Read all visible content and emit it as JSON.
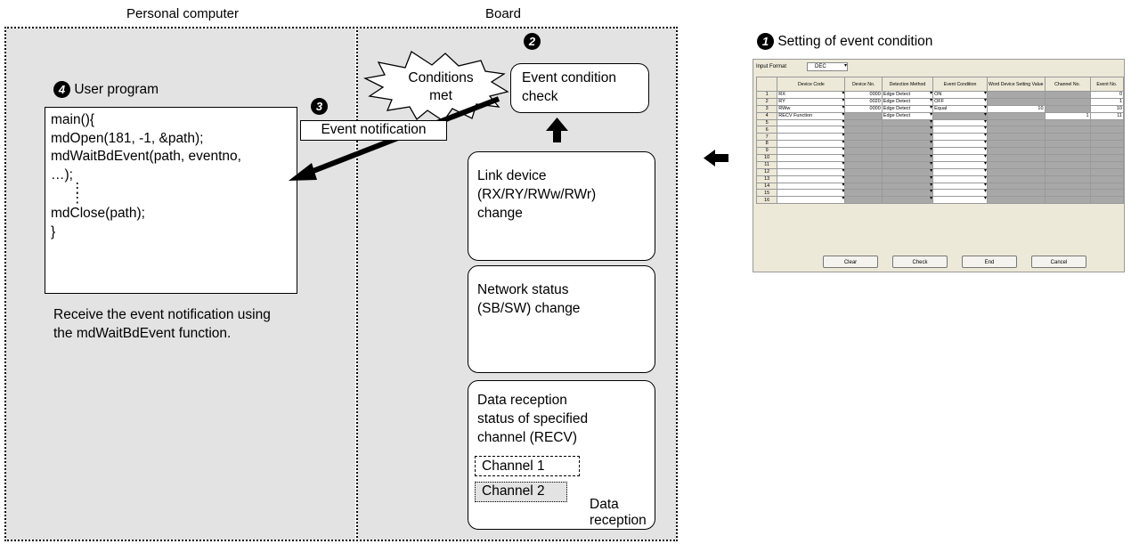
{
  "pc_title": "Personal computer",
  "board_title": "Board",
  "user_program": {
    "number": "4",
    "label": "User program"
  },
  "code_lines": [
    "main(){",
    "mdOpen(181, -1, &path);",
    "mdWaitBdEvent(path, eventno,",
    "…);",
    "⋮",
    "⋮",
    "mdClose(path);",
    "}"
  ],
  "receive_note_line1": "Receive the event notification using",
  "receive_note_line2": "the mdWaitBdEvent function.",
  "step2": "2",
  "step3": "3",
  "conditions_met_line1": "Conditions",
  "conditions_met_line2": "met",
  "event_check_line1": "Event condition",
  "event_check_line2": "check",
  "event_notification": "Event notification",
  "link_device": {
    "line1": "Link device",
    "line2": "(RX/RY/RWw/RWr)",
    "line3": "change"
  },
  "network_status": {
    "line1": "Network status",
    "line2": "(SB/SW) change"
  },
  "data_reception": {
    "line1": "Data reception",
    "line2": "status of specified",
    "line3": "channel (RECV)",
    "channel1": "Channel 1",
    "channel2": "Channel 2",
    "data_label": "Data",
    "reception_label": "reception"
  },
  "setting": {
    "number": "1",
    "title": "Setting of event condition"
  },
  "dialog": {
    "input_format_label": "Input Format",
    "input_format_value": "DEC",
    "headers": [
      "",
      "Device Code",
      "Device No.",
      "Detection Method",
      "Event Condition",
      "Word Device Setting Value",
      "Channel No.",
      "Event No."
    ],
    "rows": [
      [
        "1",
        "RX",
        "0000",
        "Edge Detect",
        "ON",
        "",
        "",
        "0"
      ],
      [
        "2",
        "RY",
        "0020",
        "Edge Detect",
        "OFF",
        "",
        "",
        "1"
      ],
      [
        "3",
        "RWw",
        "0000",
        "Edge Detect",
        "Equal",
        "10",
        "",
        "10"
      ],
      [
        "4",
        "RECV Function",
        "",
        "Edge Detect",
        "",
        "",
        "1",
        "11"
      ],
      [
        "5",
        "",
        "",
        "",
        "",
        "",
        "",
        ""
      ],
      [
        "6",
        "",
        "",
        "",
        "",
        "",
        "",
        ""
      ],
      [
        "7",
        "",
        "",
        "",
        "",
        "",
        "",
        ""
      ],
      [
        "8",
        "",
        "",
        "",
        "",
        "",
        "",
        ""
      ],
      [
        "9",
        "",
        "",
        "",
        "",
        "",
        "",
        ""
      ],
      [
        "10",
        "",
        "",
        "",
        "",
        "",
        "",
        ""
      ],
      [
        "11",
        "",
        "",
        "",
        "",
        "",
        "",
        ""
      ],
      [
        "12",
        "",
        "",
        "",
        "",
        "",
        "",
        ""
      ],
      [
        "13",
        "",
        "",
        "",
        "",
        "",
        "",
        ""
      ],
      [
        "14",
        "",
        "",
        "",
        "",
        "",
        "",
        ""
      ],
      [
        "15",
        "",
        "",
        "",
        "",
        "",
        "",
        ""
      ],
      [
        "16",
        "",
        "",
        "",
        "",
        "",
        "",
        ""
      ]
    ],
    "buttons": [
      "Clear",
      "Check",
      "End",
      "Cancel"
    ]
  }
}
